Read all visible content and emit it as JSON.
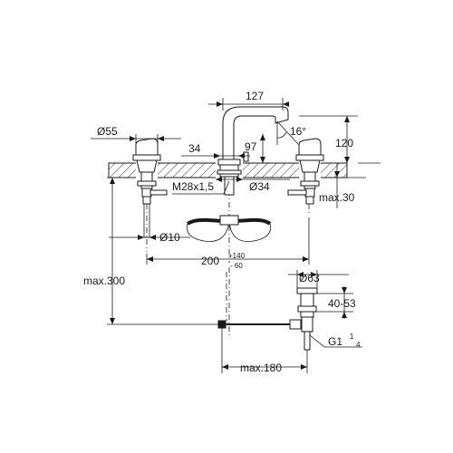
{
  "dimensions": {
    "spout_reach": "127",
    "spout_angle": "16°",
    "handle_diameter": "Ø55",
    "spout_height": "120",
    "spout_outlet_height": "97",
    "valve_body_width": "34",
    "thread": "M28x1,5",
    "hole_diameter": "Ø34",
    "max_deck_thickness": "max.30",
    "hose_diameter": "Ø10",
    "center_spacing": "200",
    "spacing_tolerance_plus": "+140",
    "spacing_tolerance_minus": "- 60",
    "max_overall_depth": "max.300",
    "drain_diameter": "Ø63",
    "drain_range": "40-53",
    "drain_thread": "G1",
    "drain_thread_frac_num": "1",
    "drain_thread_frac_den": "4",
    "max_rod_reach": "max.180"
  }
}
